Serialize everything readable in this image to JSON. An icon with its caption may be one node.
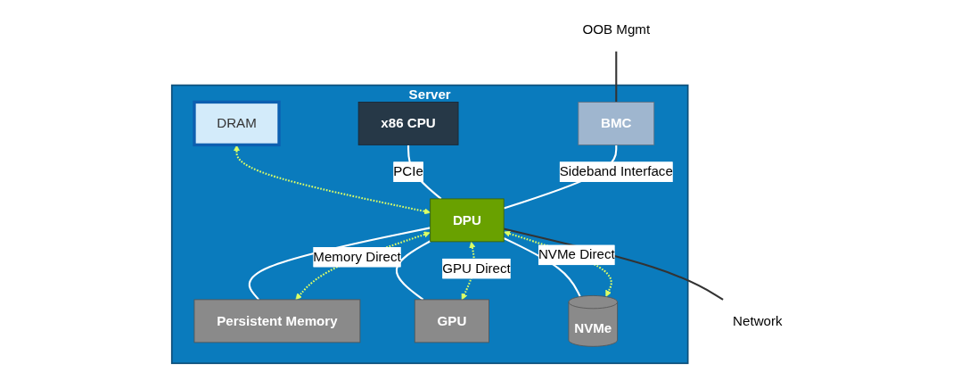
{
  "diagram": {
    "nodes": [
      {
        "text": [
          "Server"
        ]
      },
      {
        "text": [
          "DRAM"
        ],
        "in": 0
      },
      {
        "text": [
          "x86 CPU"
        ],
        "in": 0
      },
      {
        "text": [
          "Persistent Memory"
        ],
        "in": 0
      },
      {
        "text": [
          "GPU"
        ],
        "in": 0
      },
      {
        "text": [
          "BMC"
        ],
        "in": 0
      },
      {
        "text": [
          "DPU"
        ],
        "in": 0
      },
      {
        "text": [
          "NVMe"
        ],
        "in": 0
      },
      {
        "text": [
          "OOB Mgmt"
        ]
      },
      {
        "text": [
          "Network"
        ]
      }
    ],
    "edges": [
      {
        "from": 1,
        "to": 6,
        "arrow": "both",
        "style": "dashed",
        "color": "#ddff66"
      },
      {
        "from": 2,
        "to": 6,
        "arrow": "none",
        "label": "PCIe",
        "color": "#ffffff"
      },
      {
        "from": 6,
        "to": 3,
        "arrow": "none",
        "color": "#ffffff"
      },
      {
        "from": 6,
        "to": 4,
        "arrow": "none",
        "color": "#ffffff"
      },
      {
        "from": 6,
        "to": 7,
        "arrow": "none",
        "color": "#ffffff"
      },
      {
        "from": 6,
        "to": 3,
        "arrow": "both",
        "label": "Memory Direct",
        "style": "dashed",
        "color": "#ddff66"
      },
      {
        "from": 6,
        "to": 4,
        "arrow": "both",
        "label": "GPU Direct",
        "style": "dashed",
        "color": "#ddff66"
      },
      {
        "from": 6,
        "to": 7,
        "arrow": "both",
        "label": "NVMe Direct",
        "style": "dashed",
        "color": "#ddff66"
      },
      {
        "from": 5,
        "to": 6,
        "arrow": "none",
        "label": "Sideband Interface",
        "color": "#ffffff"
      },
      {
        "from": 8,
        "to": 5,
        "arrow": "none",
        "color": "#333333"
      },
      {
        "from": 6,
        "to": 9,
        "arrow": "none",
        "color": "#333333"
      }
    ]
  }
}
